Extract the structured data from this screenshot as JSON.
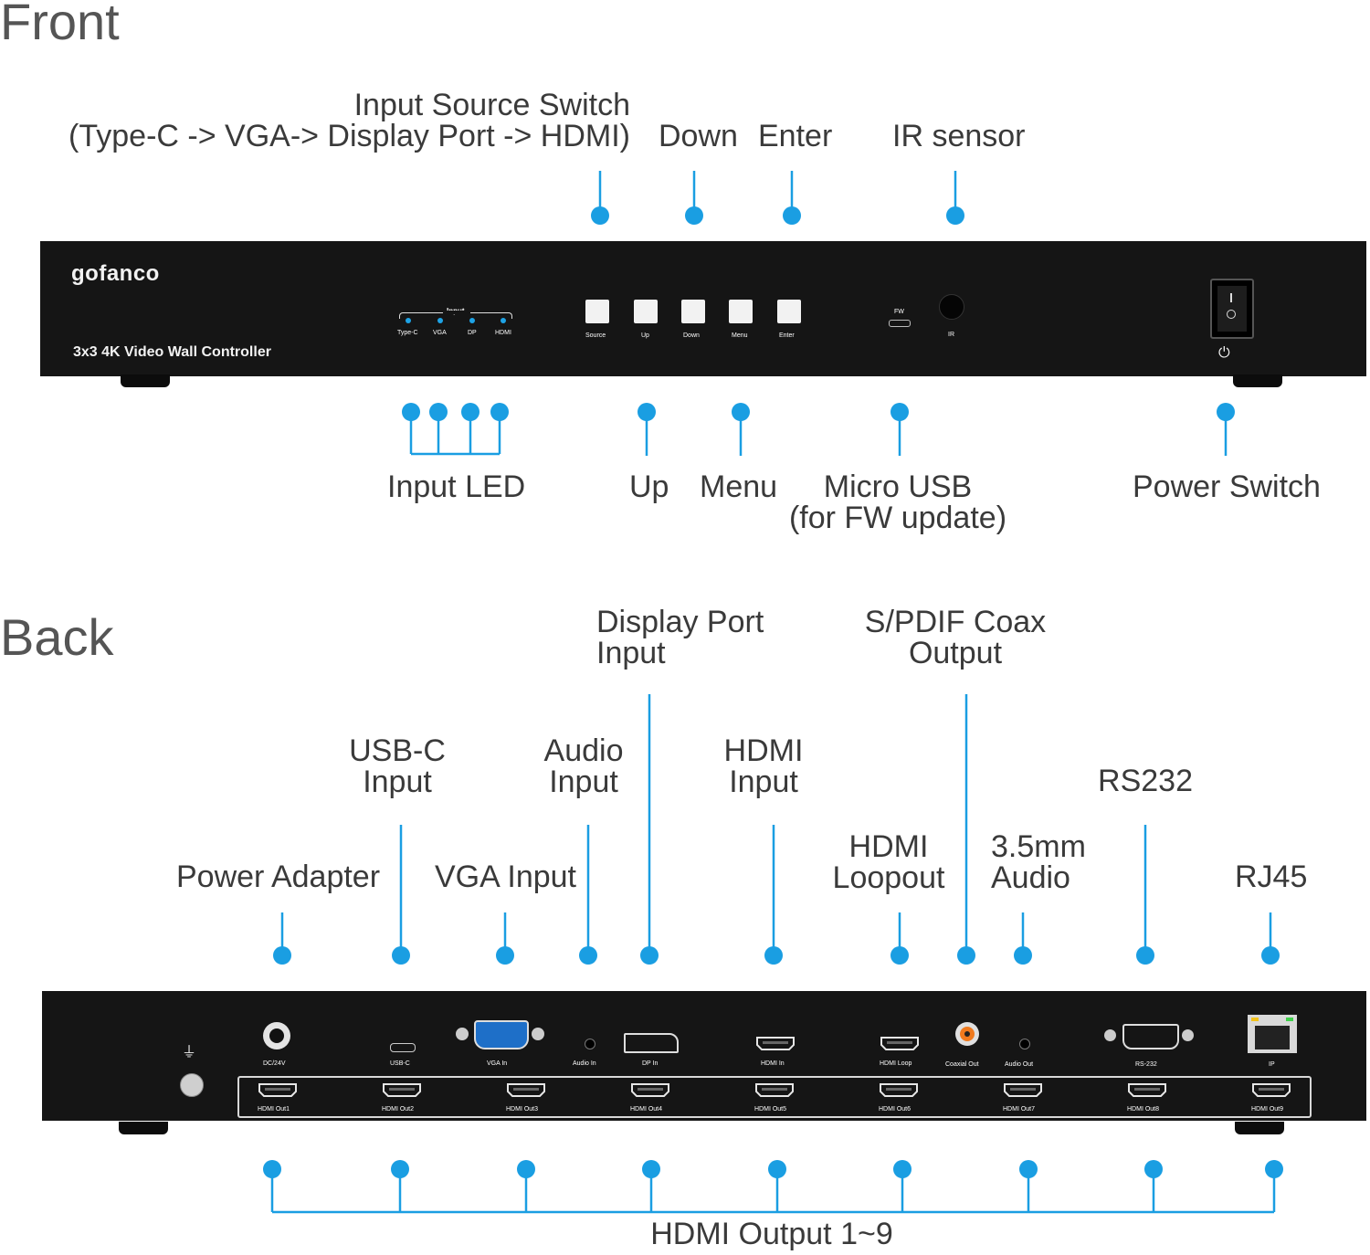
{
  "headings": {
    "front": "Front",
    "back": "Back"
  },
  "front": {
    "brand": "gofanco",
    "model": "3x3 4K Video Wall Controller",
    "input_group_label": "Input",
    "led_labels": [
      "Type-C",
      "VGA",
      "DP",
      "HDMI"
    ],
    "button_labels": [
      "Source",
      "Up",
      "Down",
      "Menu",
      "Enter"
    ],
    "fw_label": "FW",
    "ir_label": "IR",
    "power_symbol": "⏻",
    "callouts_top": {
      "source_line1": "Input Source Switch",
      "source_line2": "(Type-C -> VGA-> Display Port -> HDMI)",
      "down": "Down",
      "enter": "Enter",
      "ir": "IR sensor"
    },
    "callouts_bottom": {
      "input_led": "Input LED",
      "up": "Up",
      "menu": "Menu",
      "micro_usb_line1": "Micro USB",
      "micro_usb_line2": "(for FW update)",
      "power_switch": "Power Switch"
    }
  },
  "back": {
    "port_labels": {
      "dc": "DC/24V",
      "usbc": "USB-C",
      "vga": "VGA In",
      "audio_in": "Audio In",
      "dp": "DP In",
      "hdmi_in": "HDMI In",
      "hdmi_loop": "HDMI Loop",
      "coax": "Coaxial Out",
      "audio_out": "Audio Out",
      "rs232": "RS-232",
      "ip": "IP"
    },
    "hdmi_outputs": [
      "HDMI Out1",
      "HDMI Out2",
      "HDMI Out3",
      "HDMI Out4",
      "HDMI Out5",
      "HDMI Out6",
      "HDMI Out7",
      "HDMI Out8",
      "HDMI Out9"
    ],
    "callouts": {
      "power_adapter": "Power Adapter",
      "usbc_line1": "USB-C",
      "usbc_line2": "Input",
      "vga": "VGA Input",
      "audio_line1": "Audio",
      "audio_line2": "Input",
      "dp_line1": "Display Port",
      "dp_line2": "Input",
      "hdmi_in_line1": "HDMI",
      "hdmi_in_line2": "Input",
      "loop_line1": "HDMI",
      "loop_line2": "Loopout",
      "spdif_line1": "S/PDIF Coax",
      "spdif_line2": "Output",
      "mm_line1": "3.5mm",
      "mm_line2": "Audio",
      "rs232": "RS232",
      "rj45": "RJ45",
      "hdmi_out": "HDMI Output 1~9"
    }
  },
  "colors": {
    "callout": "#1a9ee2",
    "device": "#151515",
    "label": "#3a3a3a"
  }
}
